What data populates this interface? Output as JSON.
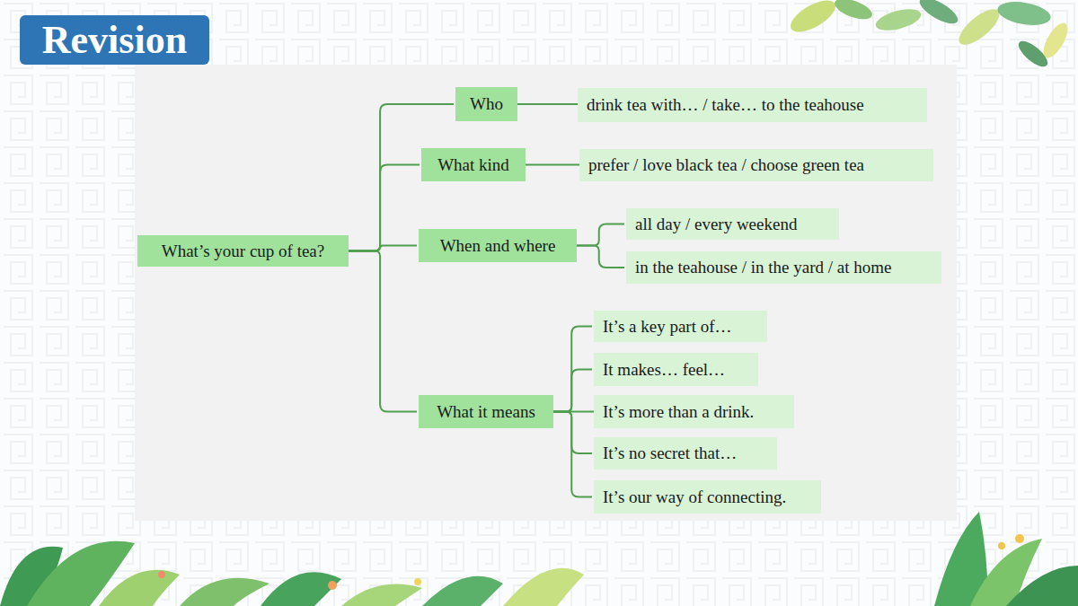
{
  "diagram": {
    "title": "Revision",
    "nodes": [
      {
        "text": [
          "What’s your cup of tea?"
        ]
      },
      {
        "text": [
          "Who"
        ]
      },
      {
        "text": [
          "drink tea with… / take… to the teahouse"
        ]
      },
      {
        "text": [
          "What kind"
        ]
      },
      {
        "text": [
          "prefer / love black tea / choose green tea"
        ]
      },
      {
        "text": [
          "When and where"
        ]
      },
      {
        "text": [
          "all day / every weekend"
        ]
      },
      {
        "text": [
          "in the teahouse / in the yard / at home"
        ]
      },
      {
        "text": [
          "What it means"
        ]
      },
      {
        "text": [
          "It’s a key part of…"
        ]
      },
      {
        "text": [
          "It makes… feel…"
        ]
      },
      {
        "text": [
          "It’s more than a drink."
        ]
      },
      {
        "text": [
          "It’s no secret that…"
        ]
      },
      {
        "text": [
          "It’s our way of connecting."
        ]
      }
    ],
    "edges": [
      {
        "from": 0,
        "to": 1,
        "arrow": "none"
      },
      {
        "from": 0,
        "to": 3,
        "arrow": "none"
      },
      {
        "from": 0,
        "to": 5,
        "arrow": "none"
      },
      {
        "from": 0,
        "to": 8,
        "arrow": "none"
      },
      {
        "from": 1,
        "to": 2,
        "arrow": "none"
      },
      {
        "from": 3,
        "to": 4,
        "arrow": "none"
      },
      {
        "from": 5,
        "to": 6,
        "arrow": "none"
      },
      {
        "from": 5,
        "to": 7,
        "arrow": "none"
      },
      {
        "from": 8,
        "to": 9,
        "arrow": "none"
      },
      {
        "from": 8,
        "to": 10,
        "arrow": "none"
      },
      {
        "from": 8,
        "to": 11,
        "arrow": "none"
      },
      {
        "from": 8,
        "to": 12,
        "arrow": "none"
      },
      {
        "from": 8,
        "to": 13,
        "arrow": "none"
      }
    ]
  }
}
